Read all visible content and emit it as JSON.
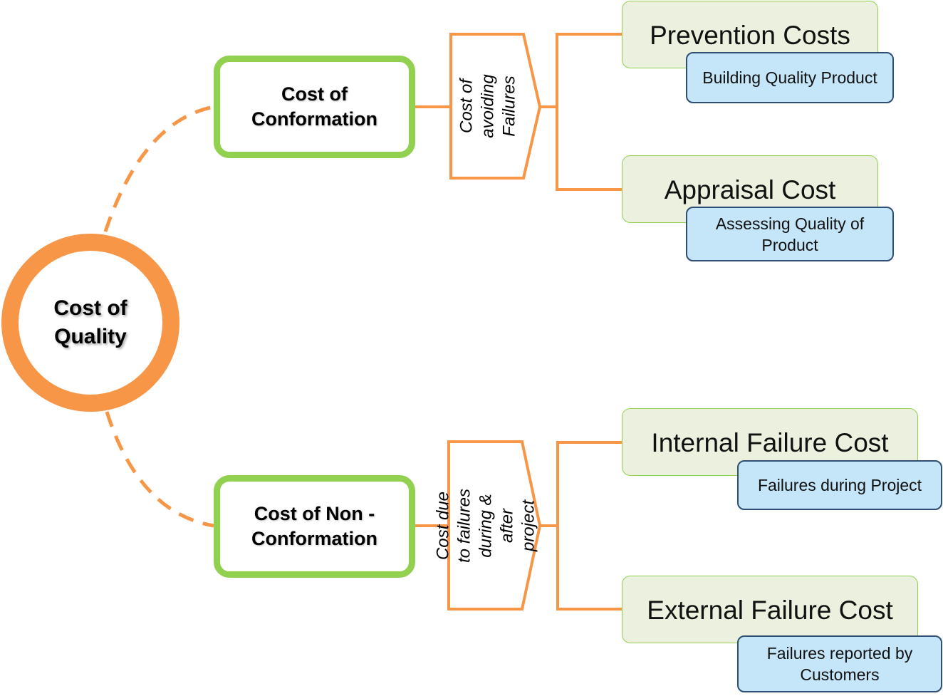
{
  "root": {
    "label": "Cost of Quality",
    "color": "#F79646"
  },
  "branches": [
    {
      "label": "Cost of Conformation",
      "connector_label": "Cost of avoiding Failures",
      "items": [
        {
          "title": "Prevention Costs",
          "description": "Building Quality Product"
        },
        {
          "title": "Appraisal Cost",
          "description": "Assessing Quality of Product"
        }
      ]
    },
    {
      "label": "Cost of Non - Conformation",
      "connector_label": "Cost due to failures during & after project",
      "items": [
        {
          "title": "Internal Failure Cost",
          "description": "Failures during Project"
        },
        {
          "title": "External Failure Cost",
          "description": "Failures reported by Customers"
        }
      ]
    }
  ],
  "colors": {
    "accent_orange": "#F79646",
    "branch_border_green": "#92D050",
    "cost_box_fill": "#EBF1DE",
    "desc_box_fill": "#C5E5F8",
    "desc_box_border": "#2F4E73"
  }
}
